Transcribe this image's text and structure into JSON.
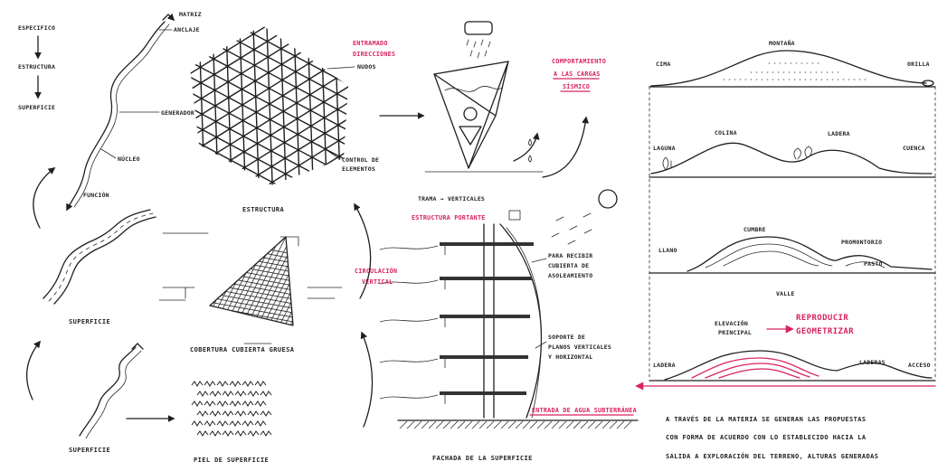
{
  "colors": {
    "ink": "#1f1f1f",
    "accent_red": "#d6245c",
    "paper": "#ffffff"
  },
  "flow": {
    "step1": "ESPECIFICO",
    "step2": "ESTRUCTURA",
    "step3": "SUPERFICIE"
  },
  "snake": {
    "head": "MATRIZ",
    "neck": "ANCLAJE",
    "core": "GENERADOR",
    "body": "NÚCLEO",
    "tail": "FUNCIÓN"
  },
  "grid": {
    "red1": "ENTRAMADO",
    "red2": "DIRECCIONES",
    "node": "NUDOS",
    "control1": "CONTROL DE",
    "control2": "ELEMENTOS",
    "caption": "ESTRUCTURA"
  },
  "triangle": {
    "red1": "COMPORTAMIENTO",
    "red2": "A LAS CARGAS",
    "red3": "SÍSMICO"
  },
  "tower": {
    "trama": "TRAMA → VERTICALES",
    "red_top": "ESTRUCTURA PORTANTE",
    "red_left1": "CIRCULACIÓN",
    "red_left2": "VERTICAL",
    "right1a": "PARA RECIBIR",
    "right1b": "CUBIERTA DE",
    "right1c": "ASOLEAMIENTO",
    "right2a": "SOPORTE DE",
    "right2b": "PLANOS VERTICALES",
    "right2c": "Y HORIZONTAL",
    "red_bottom": "ENTRADA DE AGUA SUBTERRÁNEA",
    "caption": "FACHADA DE LA SUPERFICIE"
  },
  "landscape": {
    "p1_left": "CIMA",
    "p1_top": "MONTAÑA",
    "p1_right": "ORILLA",
    "p2_left": "LAGUNA",
    "p2_mid": "COLINA",
    "p2_right_hill": "LADERA",
    "p2_right": "CUENCA",
    "p3_left": "LLANO",
    "p3_top": "CUMBRE",
    "p3_right": "PROMONTORIO",
    "p3_low": "PASTO",
    "p3_below": "VALLE",
    "p4_left": "LADERA",
    "p4_elev1": "ELEVACIÓN",
    "p4_elev2": "PRINCIPAL",
    "p4_red1": "REPRODUCIR",
    "p4_red2": "GEOMETRIZAR",
    "p4_mid": "LADERAS",
    "p4_right": "ACCESO"
  },
  "note": {
    "line1": "A TRAVÉS DE LA MATERIA SE GENERAN LAS PROPUESTAS",
    "line2": "CON FORMA DE ACUERDO CON LO ESTABLECIDO HACIA LA",
    "line3": "SALIDA A EXPLORACIÓN DEL TERRENO, ALTURAS GENERADAS"
  },
  "lower_left": {
    "road": "SUPERFICIE",
    "pyramid": "COBERTURA CUBIERTA GRUESA",
    "small_snake": "SUPERFICIE",
    "texture": "PIEL DE SUPERFICIE"
  }
}
